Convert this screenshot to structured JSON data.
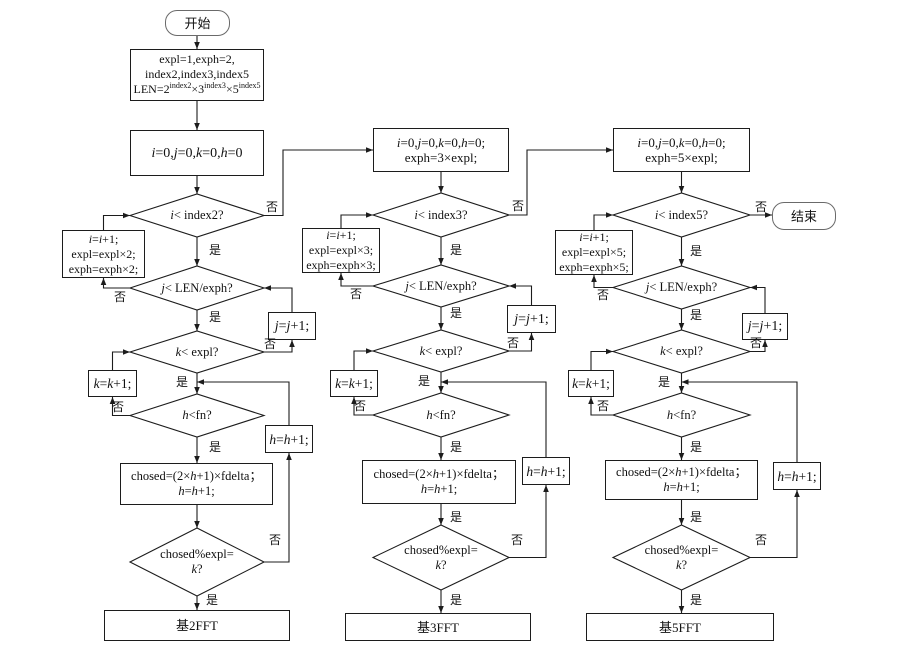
{
  "flowchart": {
    "start": "开始",
    "end": "结束",
    "yes": "是",
    "no": "否",
    "init": {
      "line1": "expl=1,exph=2,",
      "line2": "index2,index3,index5",
      "len_base2": "LEN=2",
      "len_exp2": "index2",
      "len_base3": "×3",
      "len_exp3": "index3",
      "len_base5": "×5",
      "len_exp5": "index5"
    },
    "columns": [
      {
        "reset": [
          "i=0,j=0,k=0,h=0"
        ],
        "cond_i": "i< index2?",
        "inc_i": [
          "i=i+1;",
          "expl=expl×2;",
          "exph=exph×2;"
        ],
        "cond_j": "j< LEN/exph?",
        "inc_j": "j=j+1;",
        "cond_k": "k< expl?",
        "inc_k": "k=k+1;",
        "cond_h": "h<fn?",
        "inc_h": "h=h+1;",
        "compute": [
          "chosed=(2×h+1)×fdelta；",
          "h=h+1;"
        ],
        "cond_mod": [
          "chosed%expl=",
          "k?"
        ],
        "result": "基2FFT"
      },
      {
        "reset": [
          "i=0,j=0,k=0,h=0;",
          "exph=3×expl;"
        ],
        "cond_i": "i< index3?",
        "inc_i": [
          "i=i+1;",
          "expl=expl×3;",
          "exph=exph×3;"
        ],
        "cond_j": "j< LEN/exph?",
        "inc_j": "j=j+1;",
        "cond_k": "k< expl?",
        "inc_k": "k=k+1;",
        "cond_h": "h<fn?",
        "inc_h": "h=h+1;",
        "compute": [
          "chosed=(2×h+1)×fdelta；",
          "h=h+1;"
        ],
        "cond_mod": [
          "chosed%expl=",
          "k?"
        ],
        "result": "基3FFT"
      },
      {
        "reset": [
          "i=0,j=0,k=0,h=0;",
          "exph=5×expl;"
        ],
        "cond_i": "i< index5?",
        "inc_i": [
          "i=i+1;",
          "expl=expl×5;",
          "exph=exph×5;"
        ],
        "cond_j": "j< LEN/exph?",
        "inc_j": "j=j+1;",
        "cond_k": "k< expl?",
        "inc_k": "k=k+1;",
        "cond_h": "h<fn?",
        "inc_h": "h=h+1;",
        "compute": [
          "chosed=(2×h+1)×fdelta；",
          "h=h+1;"
        ],
        "cond_mod": [
          "chosed%expl=",
          "k?"
        ],
        "result": "基5FFT"
      }
    ]
  }
}
